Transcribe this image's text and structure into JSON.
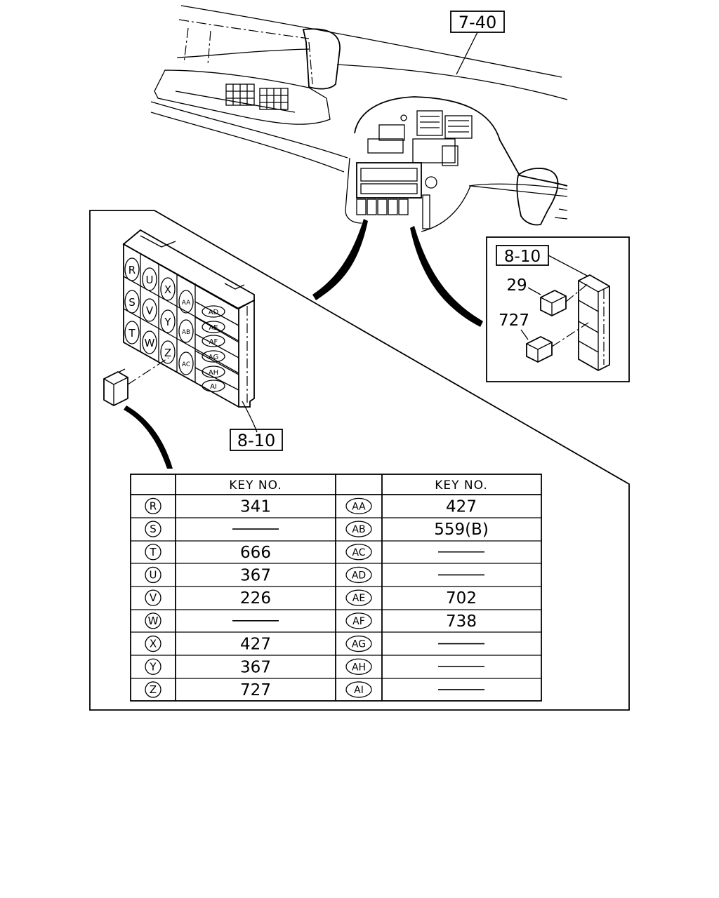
{
  "callouts": {
    "top_ref": "7-40",
    "relay_block_ref": "8-10",
    "inset_ref": "8-10",
    "inset_part_1": "29",
    "inset_part_2": "727"
  },
  "block_slots": {
    "col1": [
      "R",
      "S",
      "T"
    ],
    "col2": [
      "U",
      "V",
      "W"
    ],
    "col3": [
      "X",
      "Y",
      "Z"
    ],
    "col4": [
      "AA",
      "AB",
      "AC"
    ],
    "col5": [
      "AD",
      "AE",
      "AF",
      "AG",
      "AH",
      "AI"
    ]
  },
  "table": {
    "header_key": "KEY NO.",
    "left": [
      {
        "slot": "R",
        "key": "341"
      },
      {
        "slot": "S",
        "key": ""
      },
      {
        "slot": "T",
        "key": "666"
      },
      {
        "slot": "U",
        "key": "367"
      },
      {
        "slot": "V",
        "key": "226"
      },
      {
        "slot": "W",
        "key": ""
      },
      {
        "slot": "X",
        "key": "427"
      },
      {
        "slot": "Y",
        "key": "367"
      },
      {
        "slot": "Z",
        "key": "727"
      }
    ],
    "right": [
      {
        "slot": "AA",
        "key": "427"
      },
      {
        "slot": "AB",
        "key": "559(B)"
      },
      {
        "slot": "AC",
        "key": ""
      },
      {
        "slot": "AD",
        "key": ""
      },
      {
        "slot": "AE",
        "key": "702"
      },
      {
        "slot": "AF",
        "key": "738"
      },
      {
        "slot": "AG",
        "key": ""
      },
      {
        "slot": "AH",
        "key": ""
      },
      {
        "slot": "AI",
        "key": ""
      }
    ]
  }
}
